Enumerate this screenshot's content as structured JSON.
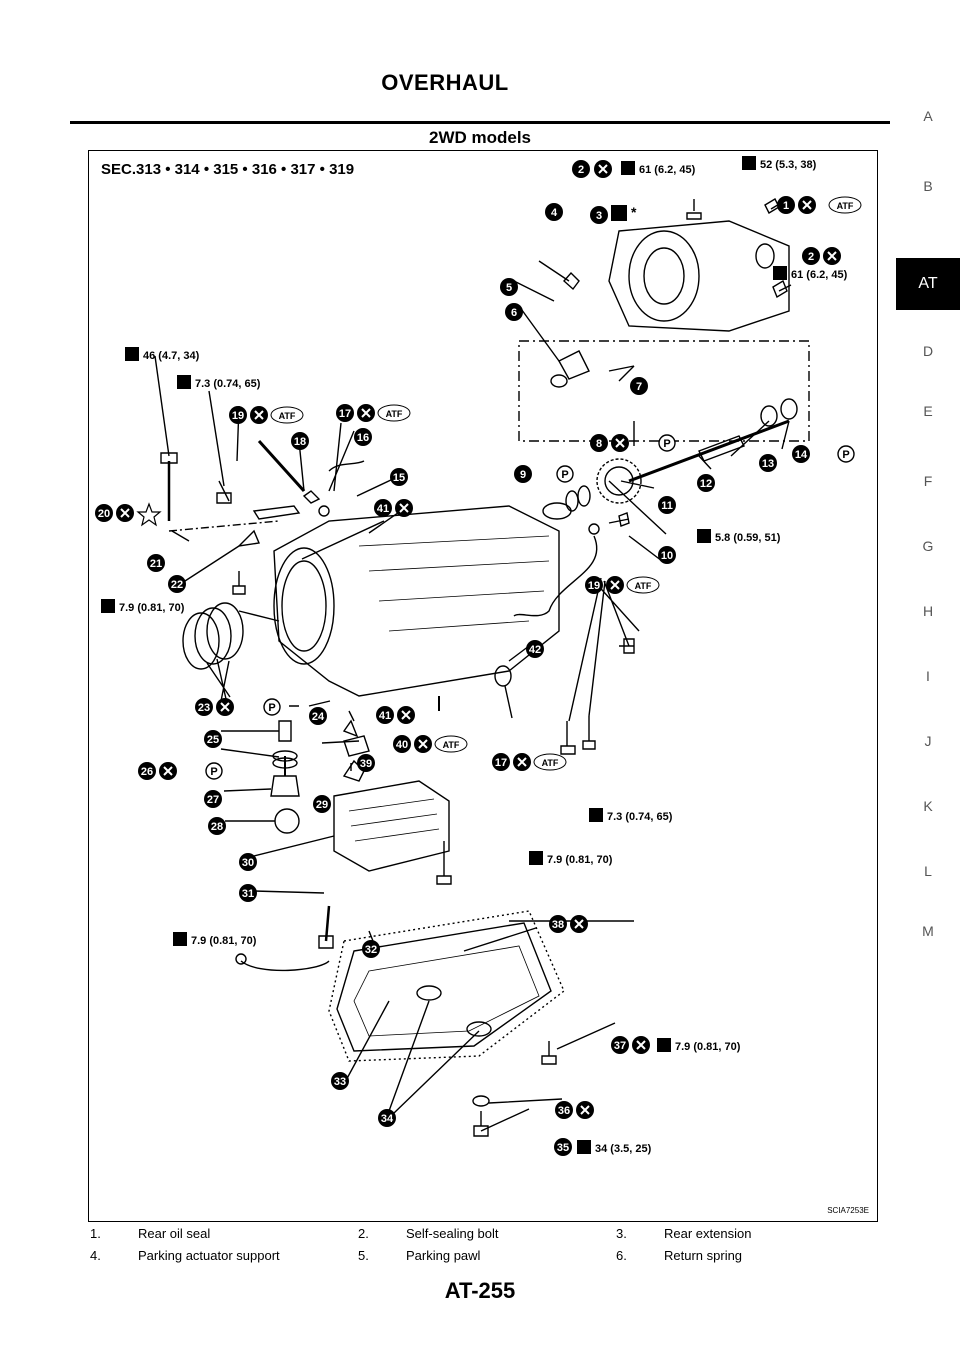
{
  "header": {
    "title": "OVERHAUL"
  },
  "section": {
    "title": "2WD models"
  },
  "side_index": {
    "letters": [
      "A",
      "B",
      "AT",
      "D",
      "E",
      "F",
      "G",
      "H",
      "I",
      "J",
      "K",
      "L",
      "M"
    ],
    "active": "AT"
  },
  "figure": {
    "sec_label": "SEC.313 • 314 • 315 • 316 • 317 • 319",
    "figure_id": "SCIA7253E",
    "callouts": [
      "1",
      "2",
      "3",
      "4",
      "5",
      "6",
      "7",
      "8",
      "9",
      "10",
      "11",
      "12",
      "13",
      "14",
      "15",
      "16",
      "17",
      "18",
      "19",
      "20",
      "21",
      "22",
      "23",
      "24",
      "25",
      "26",
      "27",
      "28",
      "29",
      "30",
      "31",
      "32",
      "33",
      "34",
      "35",
      "36",
      "37",
      "38",
      "39",
      "40",
      "41",
      "42",
      "2",
      "19",
      "17",
      "41"
    ],
    "torques": {
      "t2": "61 (6.2, 45)",
      "t52": "52  (5.3,  38)",
      "t2b": "61 (6.2,  45)",
      "t20": "46  (4.7,  34)",
      "t21": "7.3  (0.74,  65)",
      "t10": "5.8  (0.59,  51)",
      "t22": "7.9  (0.81,  70)",
      "t19b": "7.3  (0.74,  65)",
      "t30": "7.9  (0.81,  70)",
      "t31": "7.9  (0.81,  70)",
      "t37": "7.9  (0.81,  70)",
      "t35": "34  (3.5,  25)"
    },
    "atf": "ATF",
    "p_mark": "P",
    "star": "*"
  },
  "legend": [
    [
      {
        "num": "1.",
        "text": "Rear oil seal"
      },
      {
        "num": "2.",
        "text": "Self-sealing bolt"
      },
      {
        "num": "3.",
        "text": "Rear extension"
      }
    ],
    [
      {
        "num": "4.",
        "text": "Parking actuator support"
      },
      {
        "num": "5.",
        "text": "Parking pawl"
      },
      {
        "num": "6.",
        "text": "Return spring"
      }
    ]
  ],
  "page_number": "AT-255"
}
